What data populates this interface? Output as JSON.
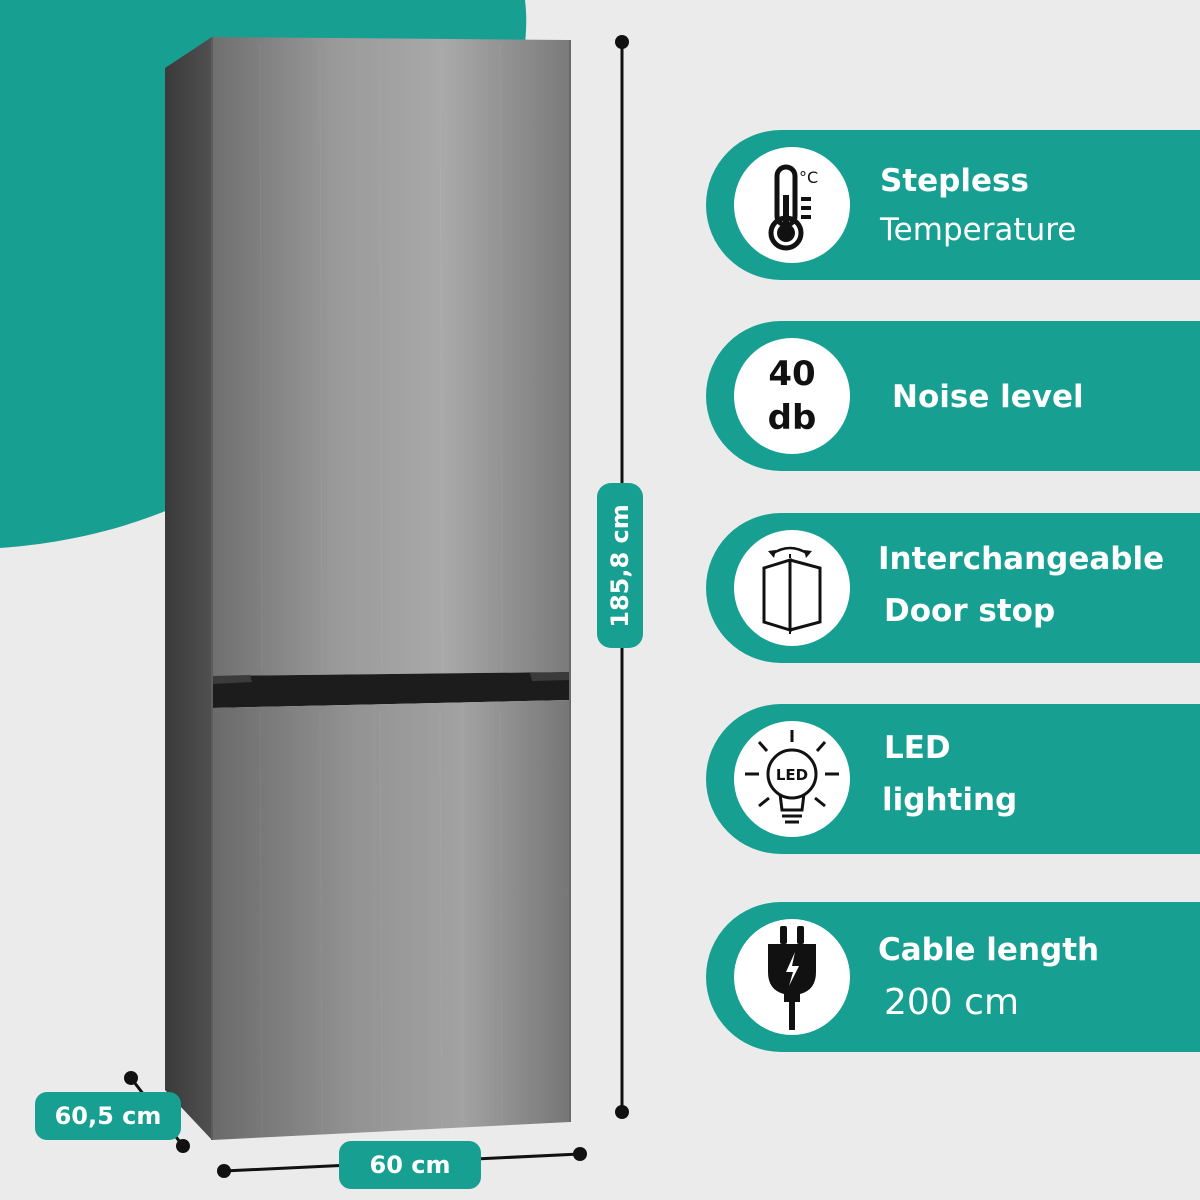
{
  "dimensions": {
    "height": "185,8 cm",
    "depth": "60,5 cm",
    "width": "60 cm"
  },
  "features": [
    {
      "icon": "thermometer-icon",
      "icon_text": "°C",
      "line1": "Stepless",
      "line2": "Temperature"
    },
    {
      "icon": "noise-badge",
      "icon_lines": [
        "40",
        "db"
      ],
      "line1": "Noise level"
    },
    {
      "icon": "door-reverse-icon",
      "line1": "Interchangeable",
      "line2": "Door stop"
    },
    {
      "icon": "led-bulb-icon",
      "icon_text": "LED",
      "line1": "LED",
      "line2": "lighting"
    },
    {
      "icon": "power-plug-icon",
      "line1": "Cable length",
      "line2": "200 cm"
    }
  ],
  "colors": {
    "teal": "#179f92",
    "background": "#ebebeb",
    "steel": "#8e8e8e"
  }
}
